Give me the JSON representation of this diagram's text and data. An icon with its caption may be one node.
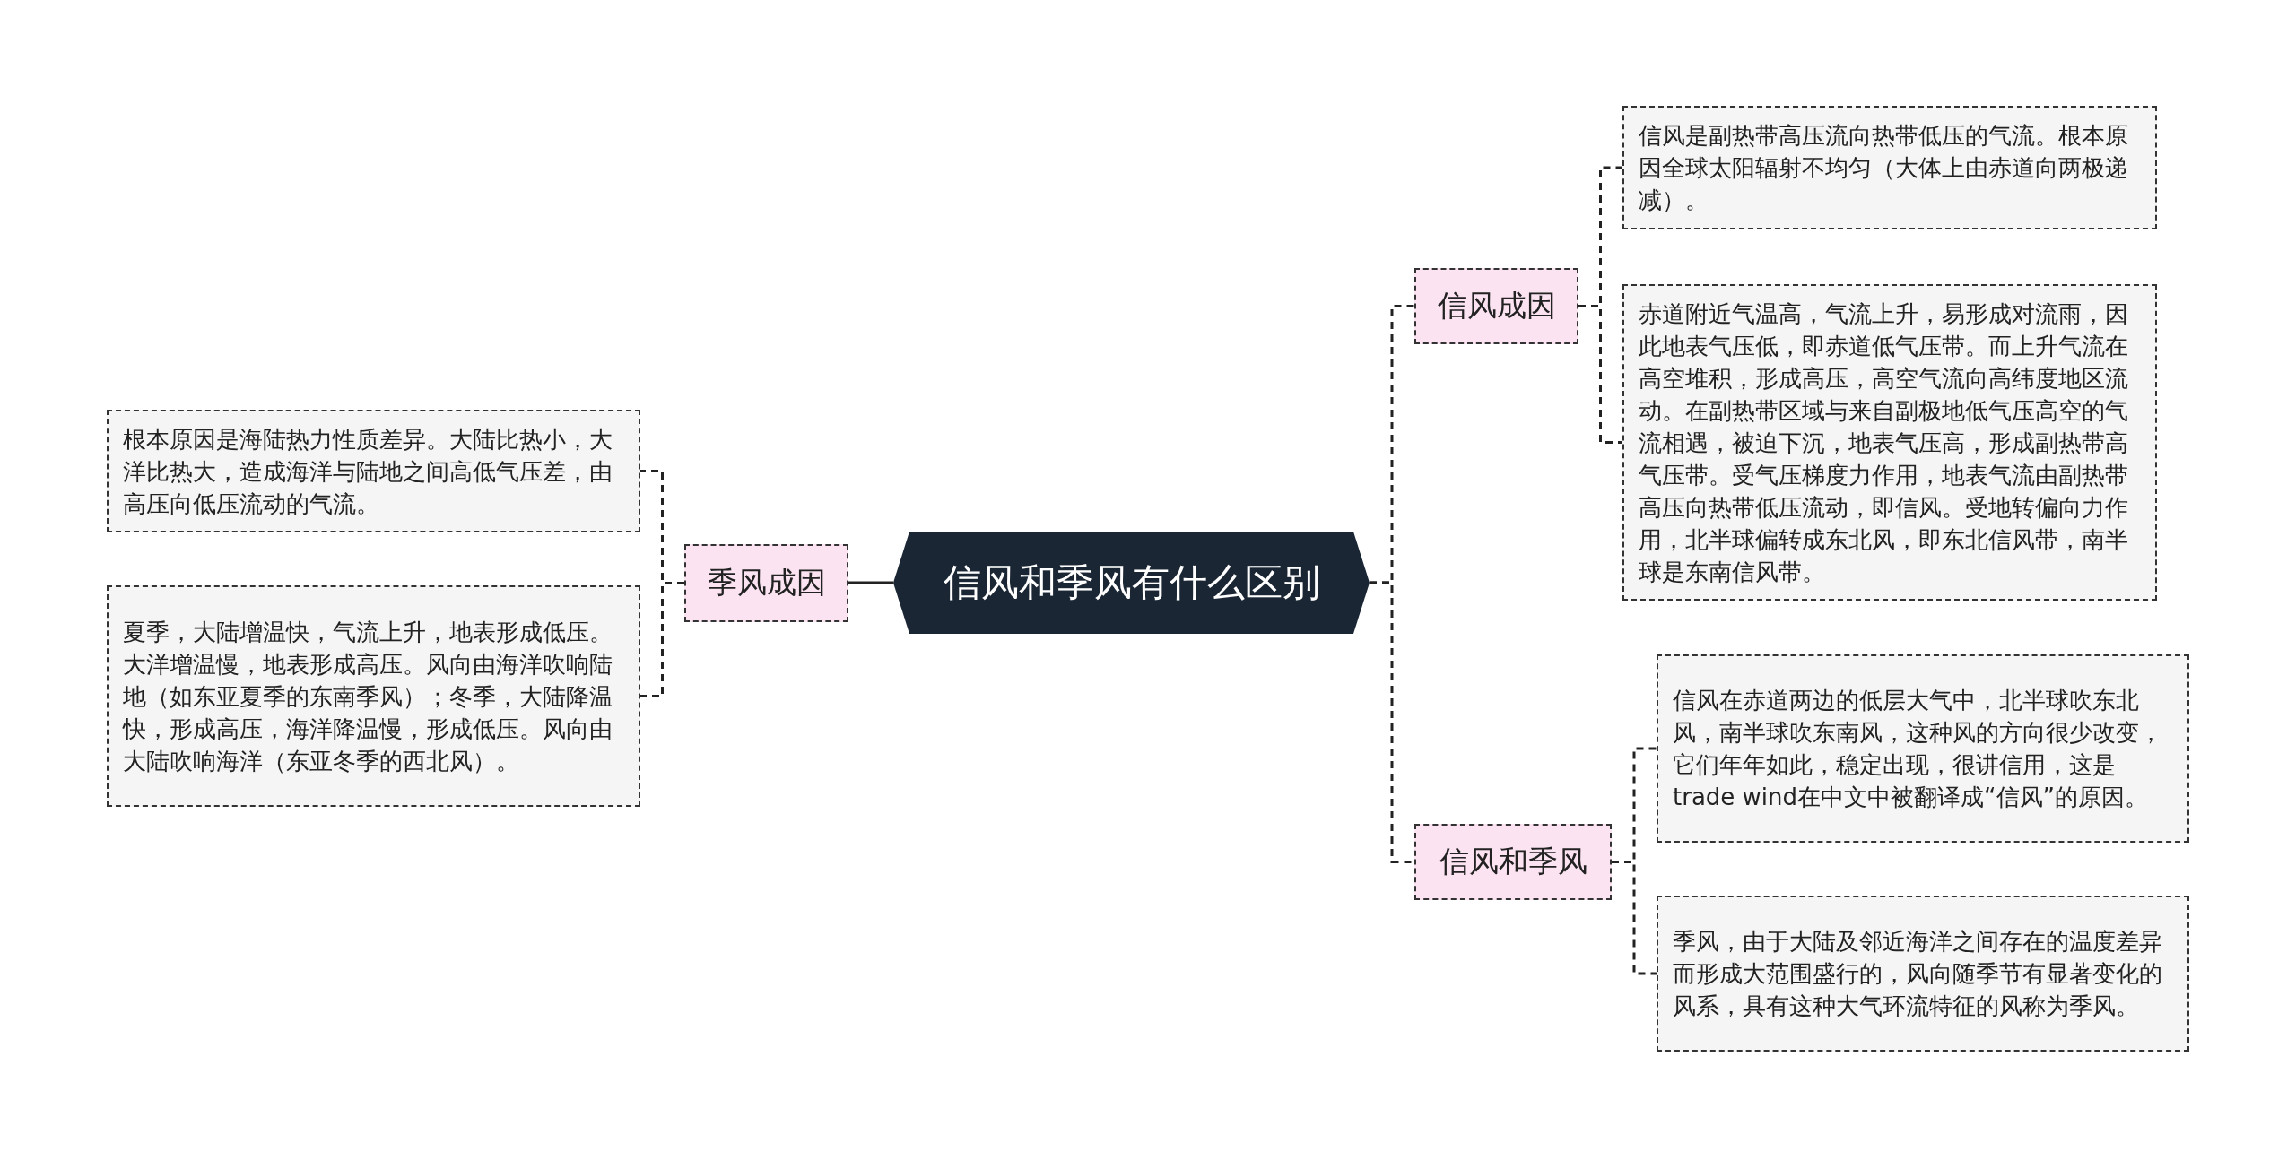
{
  "diagram": {
    "nodes": [
      {
        "text": [
          "信风和季风有什么区别"
        ]
      },
      {
        "text": [
          "季风成因"
        ]
      },
      {
        "text": [
          "根本原因是海陆热力性质差异。大陆比热小，大洋比热大，造成海洋与陆地之间高低气压差，由高压向低压流动的气流。"
        ]
      },
      {
        "text": [
          "夏季，大陆增温快，气流上升，地表形成低压。大洋增温慢，地表形成高压。风向由海洋吹响陆地（如东亚夏季的东南季风）；冬季，大陆降温快，形成高压，海洋降温慢，形成低压。风向由大陆吹响海洋（东亚冬季的西北风）。"
        ]
      },
      {
        "text": [
          "信风成因"
        ]
      },
      {
        "text": [
          "信风是副热带高压流向热带低压的气流。根本原因全球太阳辐射不均匀（大体上由赤道向两极递减）。"
        ]
      },
      {
        "text": [
          "赤道附近气温高，气流上升，易形成对流雨，因此地表气压低，即赤道低气压带。而上升气流在高空堆积，形成高压，高空气流向高纬度地区流动。在副热带区域与来自副极地低气压高空的气流相遇，被迫下沉，地表气压高，形成副热带高气压带。受气压梯度力作用，地表气流由副热带高压向热带低压流动，即信风。受地转偏向力作用，北半球偏转成东北风，即东北信风带，南半球是东南信风带。"
        ]
      },
      {
        "text": [
          "信风和季风"
        ]
      },
      {
        "text": [
          "信风在赤道两边的低层大气中，北半球吹东北风，南半球吹东南风，这种风的方向很少改变，它们年年如此，稳定出现，很讲信用，这是trade wind在中文中被翻译成“信风”的原因。"
        ]
      },
      {
        "text": [
          "季风，由于大陆及邻近海洋之间存在的温度差异而形成大范围盛行的，风向随季节有显著变化的风系，具有这种大气环流特征的风称为季风。"
        ]
      }
    ],
    "edges": [
      {
        "from": 0,
        "to": 1,
        "arrow": "none"
      },
      {
        "from": 0,
        "to": 4,
        "arrow": "none",
        "style": "dashed"
      },
      {
        "from": 0,
        "to": 7,
        "arrow": "none",
        "style": "dashed"
      },
      {
        "from": 1,
        "to": 2,
        "arrow": "none",
        "style": "dashed"
      },
      {
        "from": 1,
        "to": 3,
        "arrow": "none",
        "style": "dashed"
      },
      {
        "from": 4,
        "to": 5,
        "arrow": "none",
        "style": "dashed"
      },
      {
        "from": 4,
        "to": 6,
        "arrow": "none",
        "style": "dashed"
      },
      {
        "from": 7,
        "to": 8,
        "arrow": "none",
        "style": "dashed"
      },
      {
        "from": 7,
        "to": 9,
        "arrow": "none",
        "style": "dashed"
      }
    ]
  }
}
